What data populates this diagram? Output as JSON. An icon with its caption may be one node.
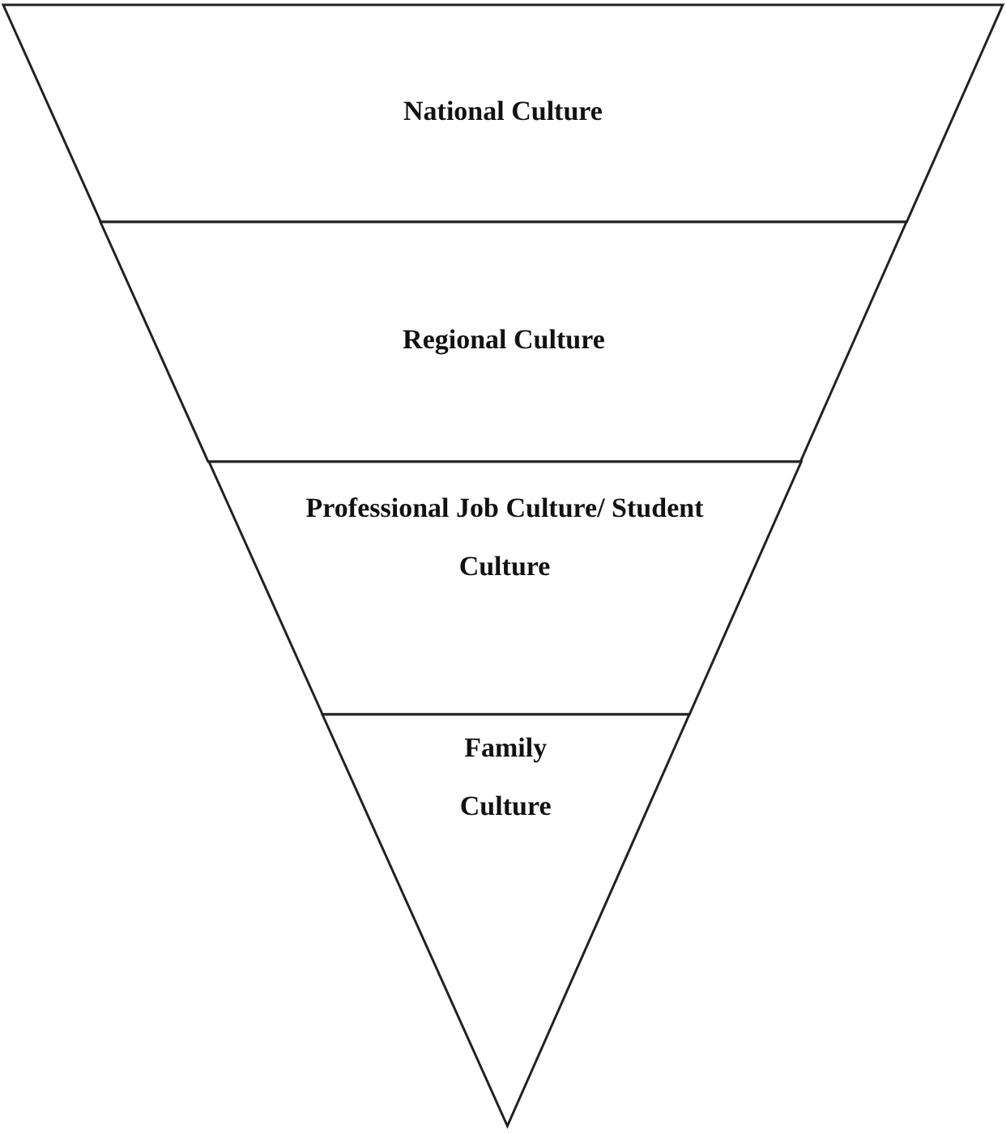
{
  "diagram": {
    "nodes": [
      {
        "text": [
          "National Culture"
        ]
      },
      {
        "text": [
          "Regional Culture"
        ]
      },
      {
        "text": [
          "Professional Job Culture/ Student Culture"
        ]
      },
      {
        "text": [
          "Family Culture"
        ]
      }
    ]
  }
}
